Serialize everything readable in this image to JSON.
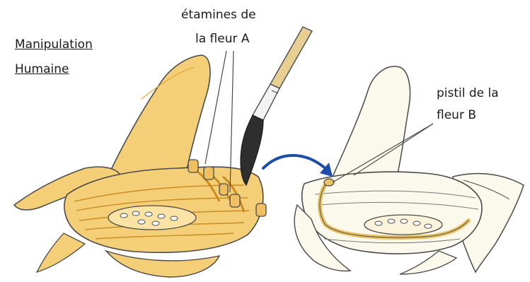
{
  "title": {
    "line1": "Manipulation",
    "line2": "Humaine"
  },
  "labels": {
    "stamens_line1": "étamines de",
    "stamens_line2": "la fleur A",
    "pistil_line1": "pistil de la",
    "pistil_line2": "fleur B"
  },
  "colors": {
    "flower_a_fill": "#f4cf78",
    "flower_a_dark": "#e0a93a",
    "flower_b_fill": "#fbf8ec",
    "flower_b_accent": "#e9c366",
    "arrow": "#1f4ea8",
    "outline": "#4a4a4a",
    "brush_handle": "#e7cf93",
    "brush_tip": "#2e2e2e"
  },
  "icons": {
    "brush": "paintbrush-icon",
    "arrow": "curved-arrow-icon"
  }
}
